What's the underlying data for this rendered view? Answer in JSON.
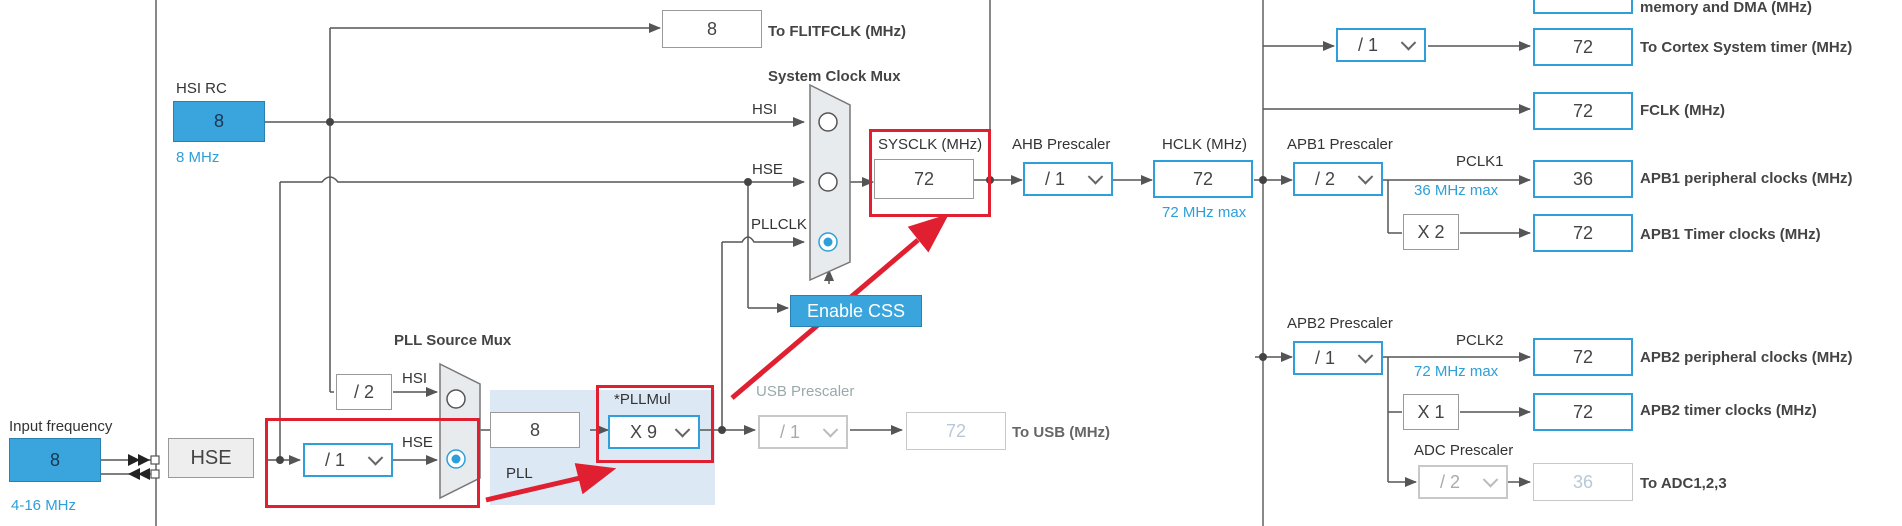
{
  "outputs": {
    "flitfclk": {
      "value": "8",
      "label": "To FLITFCLK (MHz)"
    },
    "memory_dma": {
      "label": "memory and DMA (MHz)"
    },
    "cortex_timer": {
      "value": "72",
      "label": "To Cortex System timer (MHz)",
      "prescaler": "/ 1"
    },
    "fclk": {
      "value": "72",
      "label": "FCLK (MHz)"
    },
    "apb1_periph": {
      "value": "36",
      "label": "APB1 peripheral clocks (MHz)"
    },
    "apb1_timer": {
      "value": "72",
      "label": "APB1 Timer clocks (MHz)",
      "mult": "X 2"
    },
    "apb2_periph": {
      "value": "72",
      "label": "APB2 peripheral clocks (MHz)"
    },
    "apb2_timer": {
      "value": "72",
      "label": "APB2 timer clocks (MHz)",
      "mult": "X 1"
    },
    "adc": {
      "value": "36",
      "label": "To ADC1,2,3",
      "prescaler_label": "ADC Prescaler",
      "prescaler": "/ 2"
    },
    "usb": {
      "value": "72",
      "label": "To USB (MHz)",
      "prescaler_label": "USB Prescaler",
      "prescaler": "/ 1"
    }
  },
  "hsi": {
    "title": "HSI RC",
    "value": "8",
    "freq": "8 MHz"
  },
  "hse": {
    "label": "HSE",
    "input_label": "Input frequency",
    "input_value": "8",
    "range": "4-16 MHz",
    "prediv": "/ 1"
  },
  "pll_source": {
    "title": "PLL Source Mux",
    "hsi_div": "/ 2",
    "hsi_label": "HSI",
    "hse_label": "HSE"
  },
  "pll": {
    "label": "PLL",
    "input_value": "8",
    "mul_label": "*PLLMul",
    "mul_value": "X 9"
  },
  "sysmux": {
    "title": "System Clock Mux",
    "hsi": "HSI",
    "hse": "HSE",
    "pllclk": "PLLCLK",
    "css_button": "Enable CSS"
  },
  "sysclk": {
    "label": "SYSCLK (MHz)",
    "value": "72"
  },
  "ahb": {
    "label": "AHB Prescaler",
    "value": "/ 1"
  },
  "hclk": {
    "label": "HCLK (MHz)",
    "value": "72",
    "max": "72 MHz max"
  },
  "apb1": {
    "label": "APB1 Prescaler",
    "value": "/ 2",
    "pclk": "PCLK1",
    "max": "36 MHz max"
  },
  "apb2": {
    "label": "APB2 Prescaler",
    "value": "/ 1",
    "pclk": "PCLK2",
    "max": "72 MHz max"
  },
  "colors": {
    "accent": "#2e9fd8",
    "highlight": "#e02030",
    "pll_bg": "#dce9f5"
  }
}
